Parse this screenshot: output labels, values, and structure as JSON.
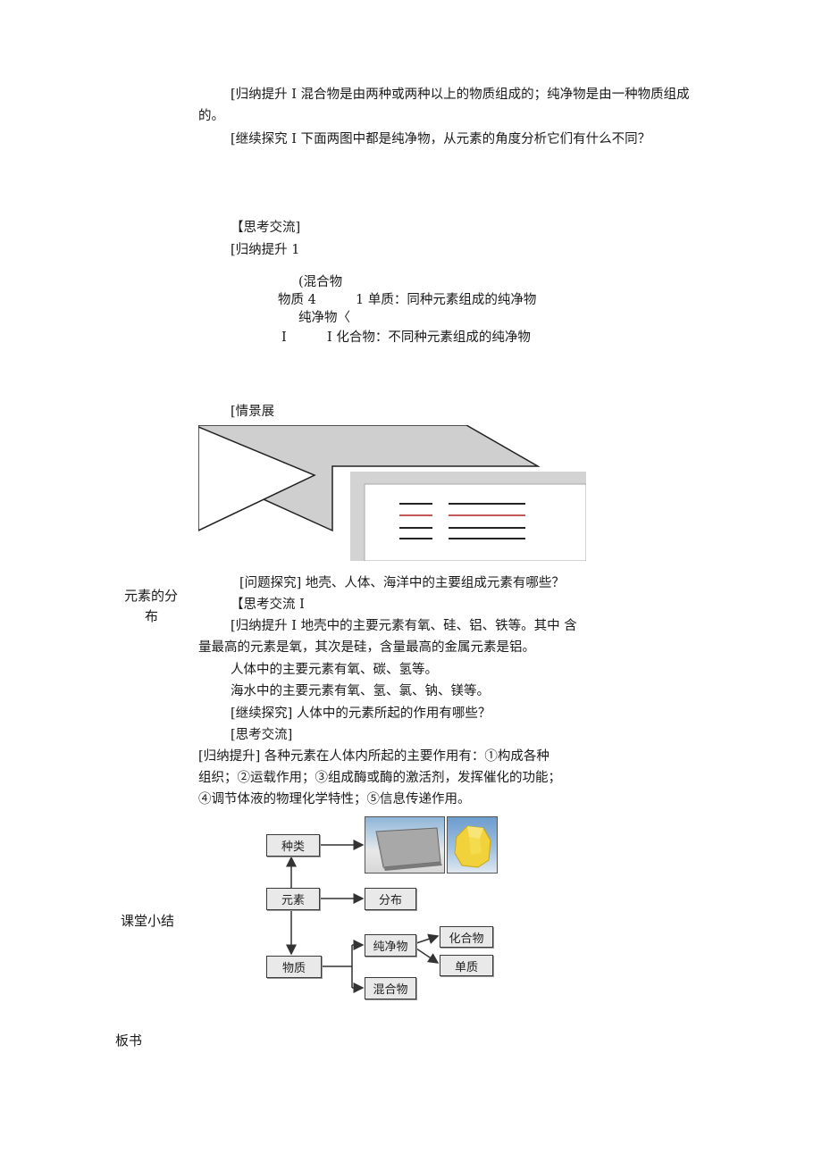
{
  "para1": {
    "line1": "[归纳提升 I 混合物是由两种或两种以上的物质组成的；纯净物是由一种物质组成",
    "line2": "的。"
  },
  "para2": "[继续探究 I 下面两图中都是纯净物，从元素的角度分析它们有什么不同？",
  "think1": "【思考交流]",
  "summary1": "[归纳提升 1",
  "classification": {
    "mixture": "(混合物",
    "substance": "物质 4",
    "simple": "1 单质：同种元素组成的纯净物",
    "pure": "纯净物〈",
    "bar": "I",
    "compound": "I 化合物：不同种元素组成的纯净物"
  },
  "scene": "[情景展",
  "sidebar": {
    "dist1": "元素的分",
    "dist2": "布",
    "class_summary": "课堂小结",
    "board": "板书"
  },
  "section2": {
    "question": "[问题探究] 地壳、人体、海洋中的主要组成元素有哪些？",
    "think": "【思考交流 I",
    "summary_l1": "[归纳提升 I 地壳中的主要元素有氧、硅、铝、铁等。其中  含",
    "summary_l2": "量最高的元素是氧，其次是硅，含量最高的金属元素是铝。",
    "body": "人体中的主要元素有氧、碳、氢等。",
    "sea": "海水中的主要元素有氧、氢、氯、钠、镁等。",
    "explore": "[继续探究] 人体中的元素所起的作用有哪些？",
    "think2": "[思考交流]",
    "role_l1": "[归纳提升] 各种元素在人体内所起的主要作用有：①构成各种",
    "role_l2": "组织；②运载作用；③组成酶或酶的激活剂，发挥催化的功能；",
    "role_l3": "④调节体液的物理化学特性；⑤信息传递作用。"
  },
  "diagram": {
    "kind": "种类",
    "element": "元素",
    "distribution": "分布",
    "substance": "物质",
    "pure": "纯净物",
    "mixture": "混合物",
    "compound": "化合物",
    "simple": "单质"
  }
}
